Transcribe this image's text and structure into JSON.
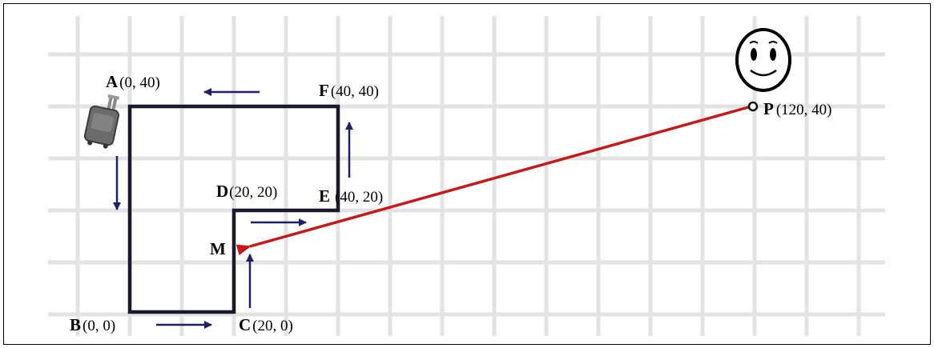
{
  "points": [
    {
      "id": "A",
      "letter": "A",
      "coord": "(0, 40)"
    },
    {
      "id": "B",
      "letter": "B",
      "coord": "(0, 0)"
    },
    {
      "id": "C",
      "letter": "C",
      "coord": "(20, 0)"
    },
    {
      "id": "D",
      "letter": "D",
      "coord": "(20, 20)"
    },
    {
      "id": "E",
      "letter": "E",
      "coord": "(40, 20)"
    },
    {
      "id": "F",
      "letter": "F",
      "coord": "(40, 40)"
    },
    {
      "id": "P",
      "letter": "P",
      "coord": "(120, 40)"
    },
    {
      "id": "M",
      "letter": "M",
      "coord": ""
    }
  ],
  "colors": {
    "path": "#1a1a2e",
    "arrows": "#1f1f6e",
    "vector": "#c41a1a",
    "grid": "#e3e3e3"
  },
  "icons": [
    "suitcase-icon",
    "smiley-face-icon"
  ]
}
